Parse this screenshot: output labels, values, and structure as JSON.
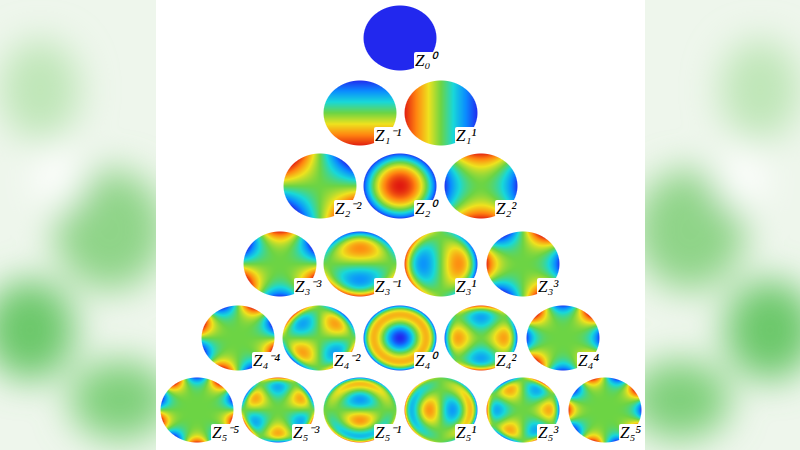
{
  "diagram": {
    "nodes": [
      {
        "text": [
          "Z₀⁰"
        ]
      },
      {
        "text": [
          "Z₁⁻¹"
        ]
      },
      {
        "text": [
          "Z₁¹"
        ]
      },
      {
        "text": [
          "Z₂⁻²"
        ]
      },
      {
        "text": [
          "Z₂⁰"
        ]
      },
      {
        "text": [
          "Z₂²"
        ]
      },
      {
        "text": [
          "Z₃⁻³"
        ]
      },
      {
        "text": [
          "Z₃⁻¹"
        ]
      },
      {
        "text": [
          "Z₃¹"
        ]
      },
      {
        "text": [
          "Z₃³"
        ]
      },
      {
        "text": [
          "Z₄⁻⁴"
        ]
      },
      {
        "text": [
          "Z₄⁻²"
        ]
      },
      {
        "text": [
          "Z₄⁰"
        ]
      },
      {
        "text": [
          "Z₄²"
        ]
      },
      {
        "text": [
          "Z₄⁴"
        ]
      },
      {
        "text": [
          "Z₅⁻⁵"
        ]
      },
      {
        "text": [
          "Z₅⁻³"
        ]
      },
      {
        "text": [
          "Z₅⁻¹"
        ]
      },
      {
        "text": [
          "Z₅¹"
        ]
      },
      {
        "text": [
          "Z₅³"
        ]
      },
      {
        "text": [
          "Z₅⁵"
        ]
      }
    ]
  }
}
